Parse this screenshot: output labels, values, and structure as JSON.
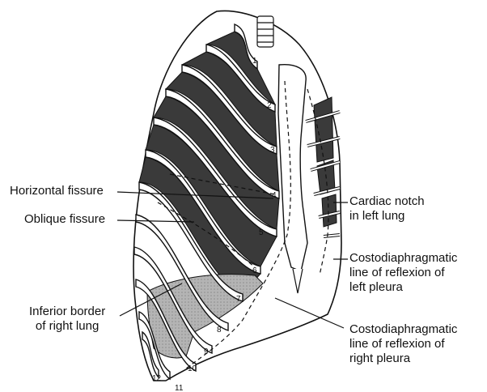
{
  "colors": {
    "ink": "#111111",
    "lung_dark": "#3a3a3a",
    "lung_light": "#b4b4b4",
    "bone": "#ffffff"
  },
  "labels": {
    "horizontal_fissure": "Horizontal fissure",
    "oblique_fissure": "Oblique fissure",
    "inferior_border": [
      "Inferior border",
      "of right lung"
    ],
    "cardiac_notch": [
      "Cardiac notch",
      "in left lung"
    ],
    "costo_left": [
      "Costodiaphragmatic",
      "line of reflexion of",
      "left pleura"
    ],
    "costo_right": [
      "Costodiaphragmatic",
      "line of reflexion of",
      "right pleura"
    ]
  },
  "rib_numbers": [
    "1",
    "2",
    "3",
    "4",
    "5",
    "6",
    "7",
    "8",
    "9",
    "10",
    "11",
    "12"
  ]
}
